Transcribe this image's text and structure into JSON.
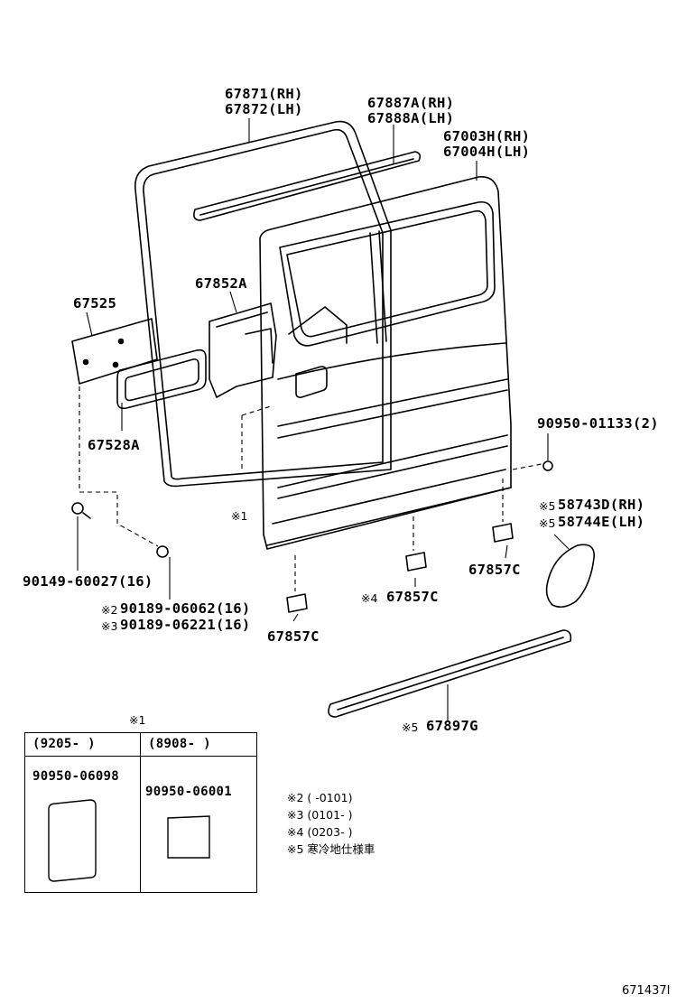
{
  "labels": {
    "p67871": "67871(RH)",
    "p67872": "67872(LH)",
    "p67887a": "67887A(RH)",
    "p67888a": "67888A(LH)",
    "p67003h": "67003H(RH)",
    "p67004h": "67004H(LH)",
    "p67525": "67525",
    "p67852a": "67852A",
    "p67528a": "67528A",
    "p90950_01133": "90950-01133(2)",
    "mark1": "※1",
    "p58743d_mark": "※5",
    "p58743d": "58743D(RH)",
    "p58744e_mark": "※5",
    "p58744e": "58744E(LH)",
    "p90149": "90149-60027(16)",
    "p90189_06062_mark": "※2",
    "p90189_06062": "90189-06062(16)",
    "p90189_06221_mark": "※3",
    "p90189_06221": "90189-06221(16)",
    "p67857c_right": "67857C",
    "p67857c_mid_mark": "※4",
    "p67857c_mid": "67857C",
    "p67857c_left": "67857C",
    "p67897g_mark": "※5",
    "p67897g": "67897G"
  },
  "inset": {
    "title": "※1",
    "col1_header": "(9205-       )",
    "col2_header": "(8908-       )",
    "col1_part": "90950-06098",
    "col2_part": "90950-06001"
  },
  "notes": [
    "※2 (      -0101)",
    "※3 (0101-       )",
    "※4 (0203-       )",
    "※5 寒冷地仕様車"
  ],
  "figure_id": "671437I"
}
